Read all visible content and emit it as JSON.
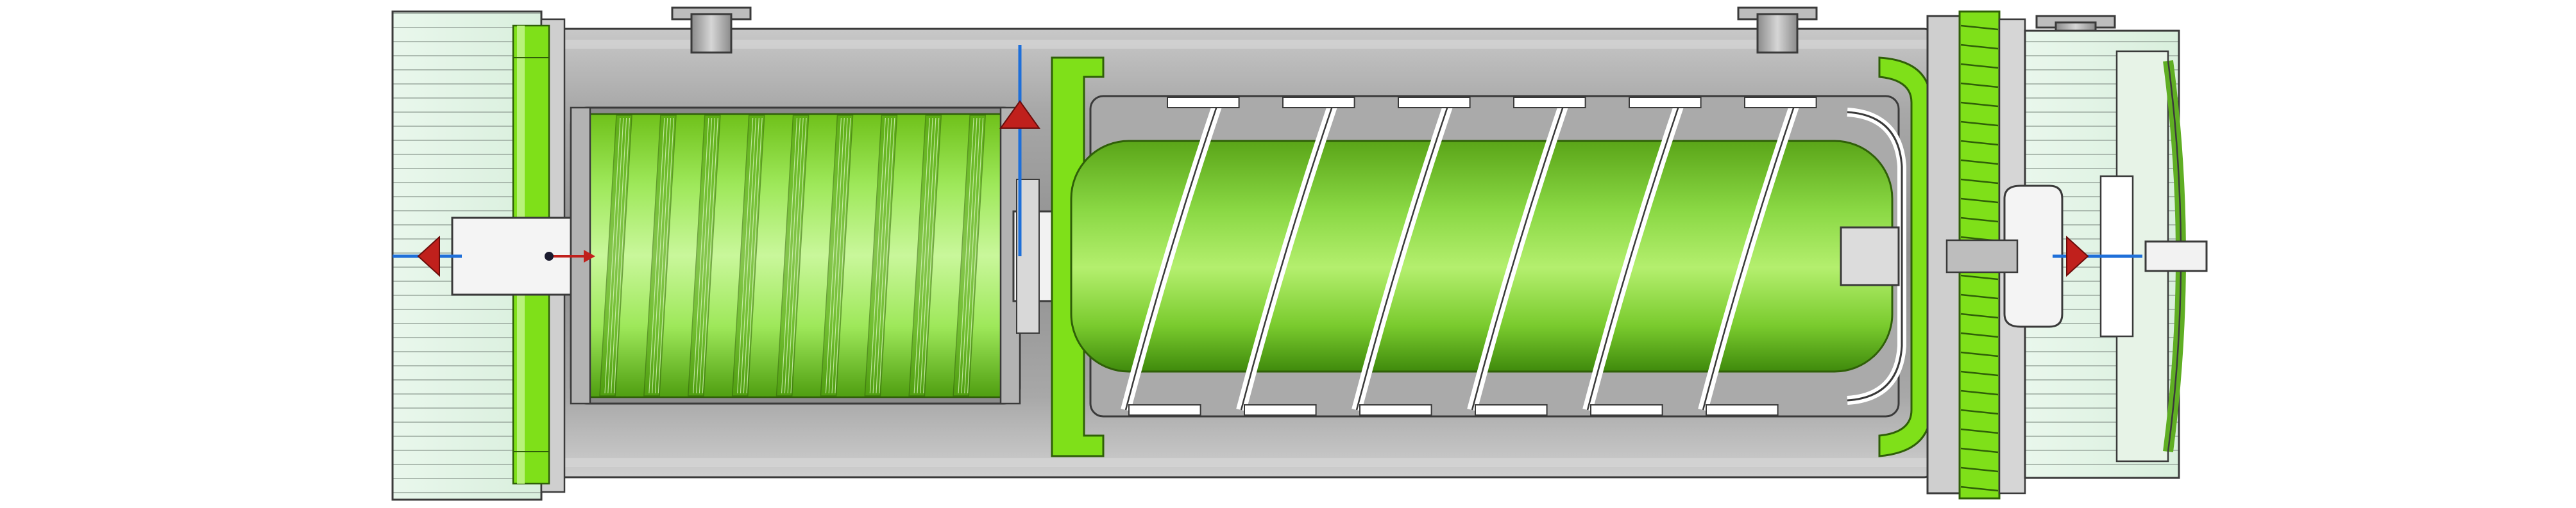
{
  "figure": {
    "kind": "sectioned-cad-render",
    "palette": {
      "background": "#ffffff",
      "shell_grey": "#9c9c9c",
      "shell_grey_dark": "#7d7d7d",
      "shell_grey_light": "#c4c4c4",
      "green_bright": "#7fe019",
      "green_light": "#c6f58a",
      "green_dark": "#4f9e10",
      "end_cap_fill": "#e4f4e8",
      "outline": "#3a3a3a",
      "axis_blue": "#1e6fd9",
      "axis_red": "#c0201c"
    },
    "components": [
      {
        "name": "left-end-cap",
        "color": "end_cap_fill"
      },
      {
        "name": "left-flange",
        "color": "green_bright"
      },
      {
        "name": "outer-shell",
        "color": "shell_grey"
      },
      {
        "name": "top-nozzles",
        "count": 3,
        "color": "shell_grey"
      },
      {
        "name": "wound-cartridge",
        "color": "green_light",
        "band_count": 9
      },
      {
        "name": "helical-core",
        "color": "green_bright",
        "flight_count": 6
      },
      {
        "name": "right-flange-stack",
        "color": "green_bright"
      },
      {
        "name": "right-end-cap",
        "color": "end_cap_fill"
      },
      {
        "name": "outlet-stub",
        "color": "shell_grey_light"
      }
    ],
    "axis_markers": [
      {
        "name": "axis-arrow-left",
        "color": "axis_red",
        "direction": "left"
      },
      {
        "name": "axis-arrow-up",
        "color": "axis_red",
        "direction": "up"
      },
      {
        "name": "axis-arrow-right",
        "color": "axis_red",
        "direction": "right"
      },
      {
        "name": "axis-arrow-origin",
        "color": "axis_red",
        "direction": "right"
      }
    ]
  }
}
